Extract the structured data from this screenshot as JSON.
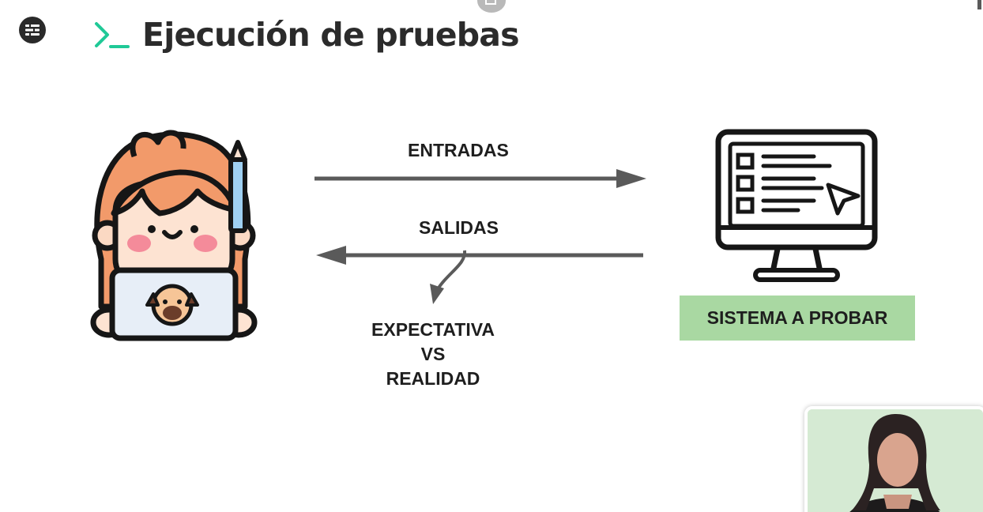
{
  "header": {
    "title": "Ejecución de pruebas",
    "menu_icon": "list-icon",
    "prompt_icon": "terminal-prompt-icon",
    "accent_color": "#20c997"
  },
  "diagram": {
    "inputs_label": "ENTRADAS",
    "outputs_label": "SALIDAS",
    "comparison_lines": [
      "EXPECTATIVA",
      "VS",
      "REALIDAD"
    ],
    "system_label": "SISTEMA A PROBAR",
    "system_label_bg": "#a9d8a2",
    "arrow_color": "#5a5a5a",
    "tester_illustration": "tester-with-laptop-icon",
    "system_illustration": "computer-monitor-icon"
  },
  "video": {
    "feed": "presenter-webcam"
  }
}
